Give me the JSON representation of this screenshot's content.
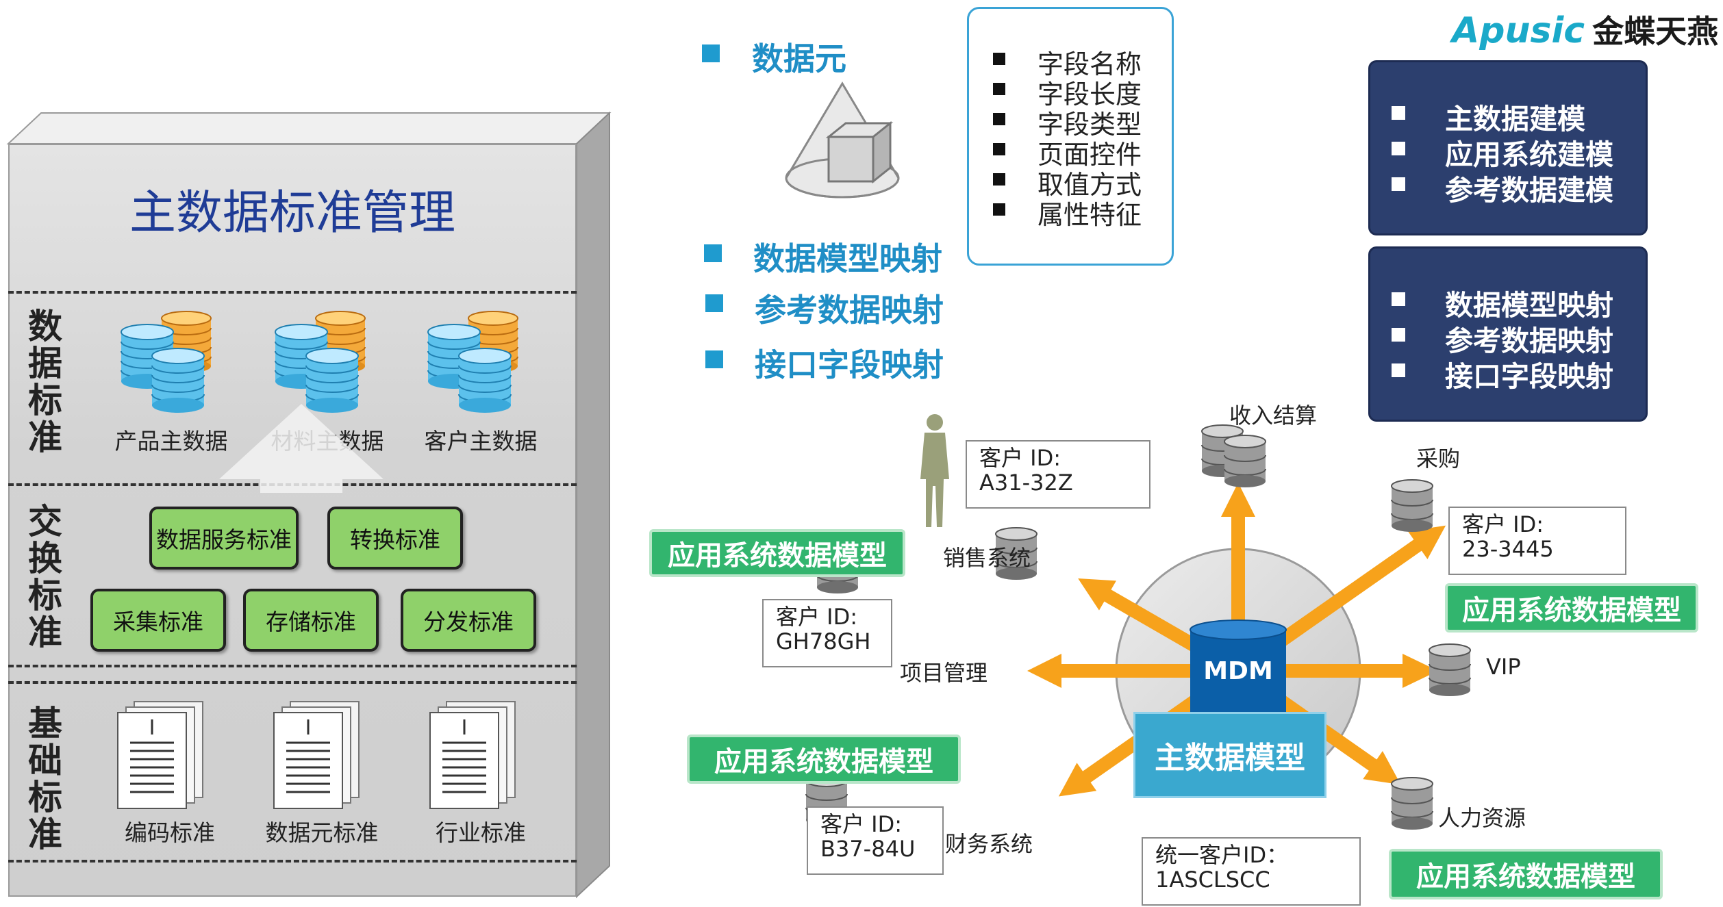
{
  "brand": {
    "logo_text": "Apusic",
    "company": "金蝶天燕"
  },
  "left_panel": {
    "title": "主数据标准管理",
    "sections": [
      {
        "label": "数据标准",
        "items": [
          "产品主数据",
          "材料主数据",
          "客户主数据"
        ]
      },
      {
        "label": "交换标准",
        "items": [
          "数据服务标准",
          "转换标准",
          "采集标准",
          "存储标准",
          "分发标准"
        ]
      },
      {
        "label": "基础标准",
        "items": [
          "编码标准",
          "数据元标准",
          "行业标准"
        ]
      }
    ]
  },
  "headings": {
    "data_element": "数据元",
    "model_mapping": "数据模型映射",
    "reference_mapping": "参考数据映射",
    "interface_mapping": "接口字段映射"
  },
  "field_list": [
    "字段名称",
    "字段长度",
    "字段类型",
    "页面控件",
    "取值方式",
    "属性特征"
  ],
  "navy_boxes": [
    [
      "主数据建模",
      "应用系统建模",
      "参考数据建模"
    ],
    [
      "数据模型映射",
      "参考数据映射",
      "接口字段映射"
    ]
  ],
  "hub": {
    "center_label": "MDM",
    "model_label": "主数据模型",
    "nodes": {
      "income": "收入结算",
      "purchase": "采购",
      "sales": "销售系统",
      "project": "项目管理",
      "vip": "VIP",
      "finance": "财务系统",
      "hr": "人力资源"
    }
  },
  "customer_ids": {
    "a": [
      "客户 ID:",
      "A31-32Z"
    ],
    "b": [
      "客户 ID:",
      "23-3445"
    ],
    "c": [
      "客户 ID:",
      "GH78GH"
    ],
    "d": [
      "客户 ID:",
      "B37-84U"
    ],
    "unified": [
      "统一客户ID：",
      "1ASCLSCC"
    ]
  },
  "app_model_label": "应用系统数据模型",
  "colors": {
    "title_blue": "#1f3c96",
    "heading_blue": "#1f8ec6",
    "navy": "#2c3f6e",
    "green_label": "#32b56e",
    "green_button": "#8fd16a",
    "arrow_orange": "#f7a21b",
    "mdm_blue": "#0b5fa8"
  }
}
